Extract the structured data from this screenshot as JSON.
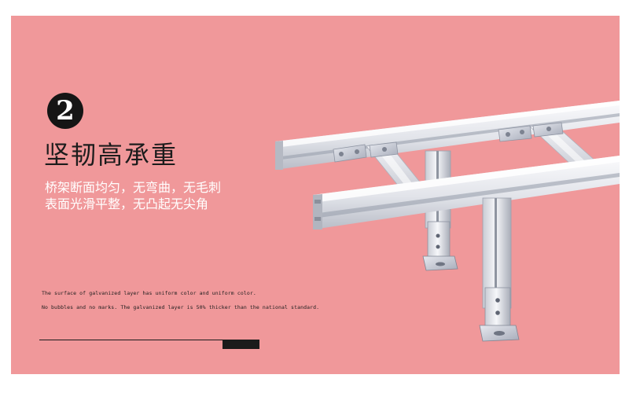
{
  "badge": {
    "number": "2"
  },
  "heading": {
    "title": "坚韧高承重"
  },
  "description": {
    "line1": "桥架断面均匀，无弯曲，无毛刺",
    "line2": "表面光滑平整，无凸起无尖角"
  },
  "english": {
    "line1": "The surface of galvanized layer has uniform color and uniform color.",
    "line2": "No bubbles and no marks. The galvanized layer is 50% thicker than the national standard."
  },
  "colors": {
    "panel_background": "#f0989a",
    "heading_text": "#1c1c1c",
    "description_text": "#ffffff",
    "badge_background": "#151515"
  },
  "product_image": {
    "name": "aluminum-ladder-cable-tray"
  }
}
